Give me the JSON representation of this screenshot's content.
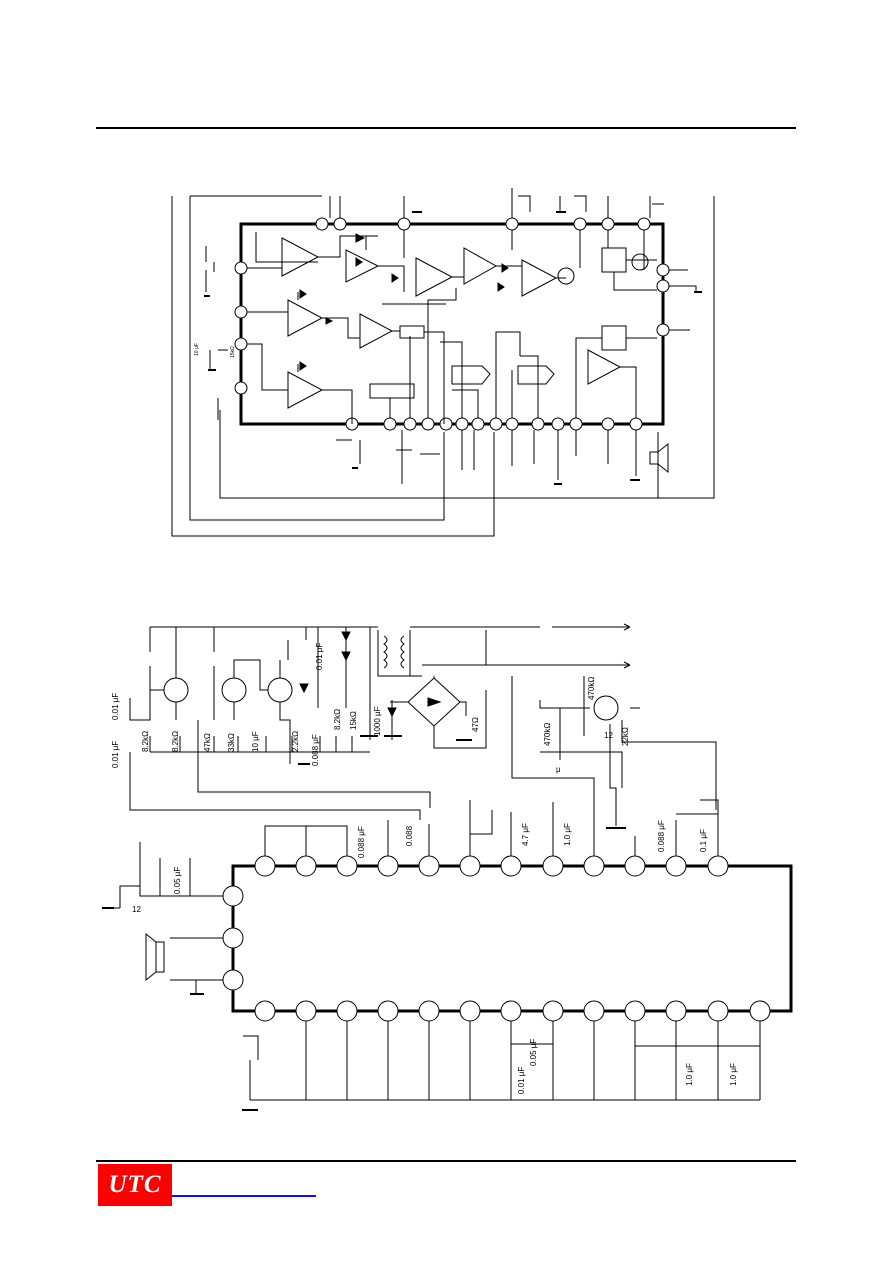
{
  "logo": {
    "text": "UTC",
    "bg": "#ff0000",
    "fg": "#ffffff"
  },
  "link_color": "#1010ff",
  "diagram1": {
    "labels": {
      "c_10uf": "10 μF",
      "r_15k": "15kΩ"
    }
  },
  "diagram2": {
    "labels": {
      "c_0_01_a": "0.01 μF",
      "c_0_01_b": "0.01 μF",
      "r_8_2k_a": "8.2kΩ",
      "r_8_2k_b": "8.2kΩ",
      "r_47k_a": "47kΩ",
      "r_33k": "33kΩ",
      "c_10": "10 μF",
      "r_2_2k": "2.2kΩ",
      "c_0_088_a": "0.088 μF",
      "c_0_01_c": "0.01 μF",
      "r_8_2k_c": "8.2kΩ",
      "r_15k": "15kΩ",
      "c_1000": "1000 μF",
      "r_47_a": "47Ω",
      "r_470k_a": "470kΩ",
      "r_470k_b": "470kΩ",
      "r_22k": "22kΩ",
      "r_12_a": "12",
      "mu": "μ",
      "c_0_088_b": "0.088",
      "c_0_088_c": "0.088 μF",
      "c_4_7": "4.7 μF",
      "c_1_0_a": "1.0 μF",
      "c_0_088_d": "0.088 μF",
      "c_0_1": "0.1 μF",
      "c_0_05_a": "0.05 μF",
      "r_12_b": "12",
      "c_0_05_b": "0.05 μF",
      "c_0_01_d": "0.01 μF",
      "c_1_0_b": "1.0 μF",
      "c_1_0_c": "1.0 μF"
    }
  }
}
